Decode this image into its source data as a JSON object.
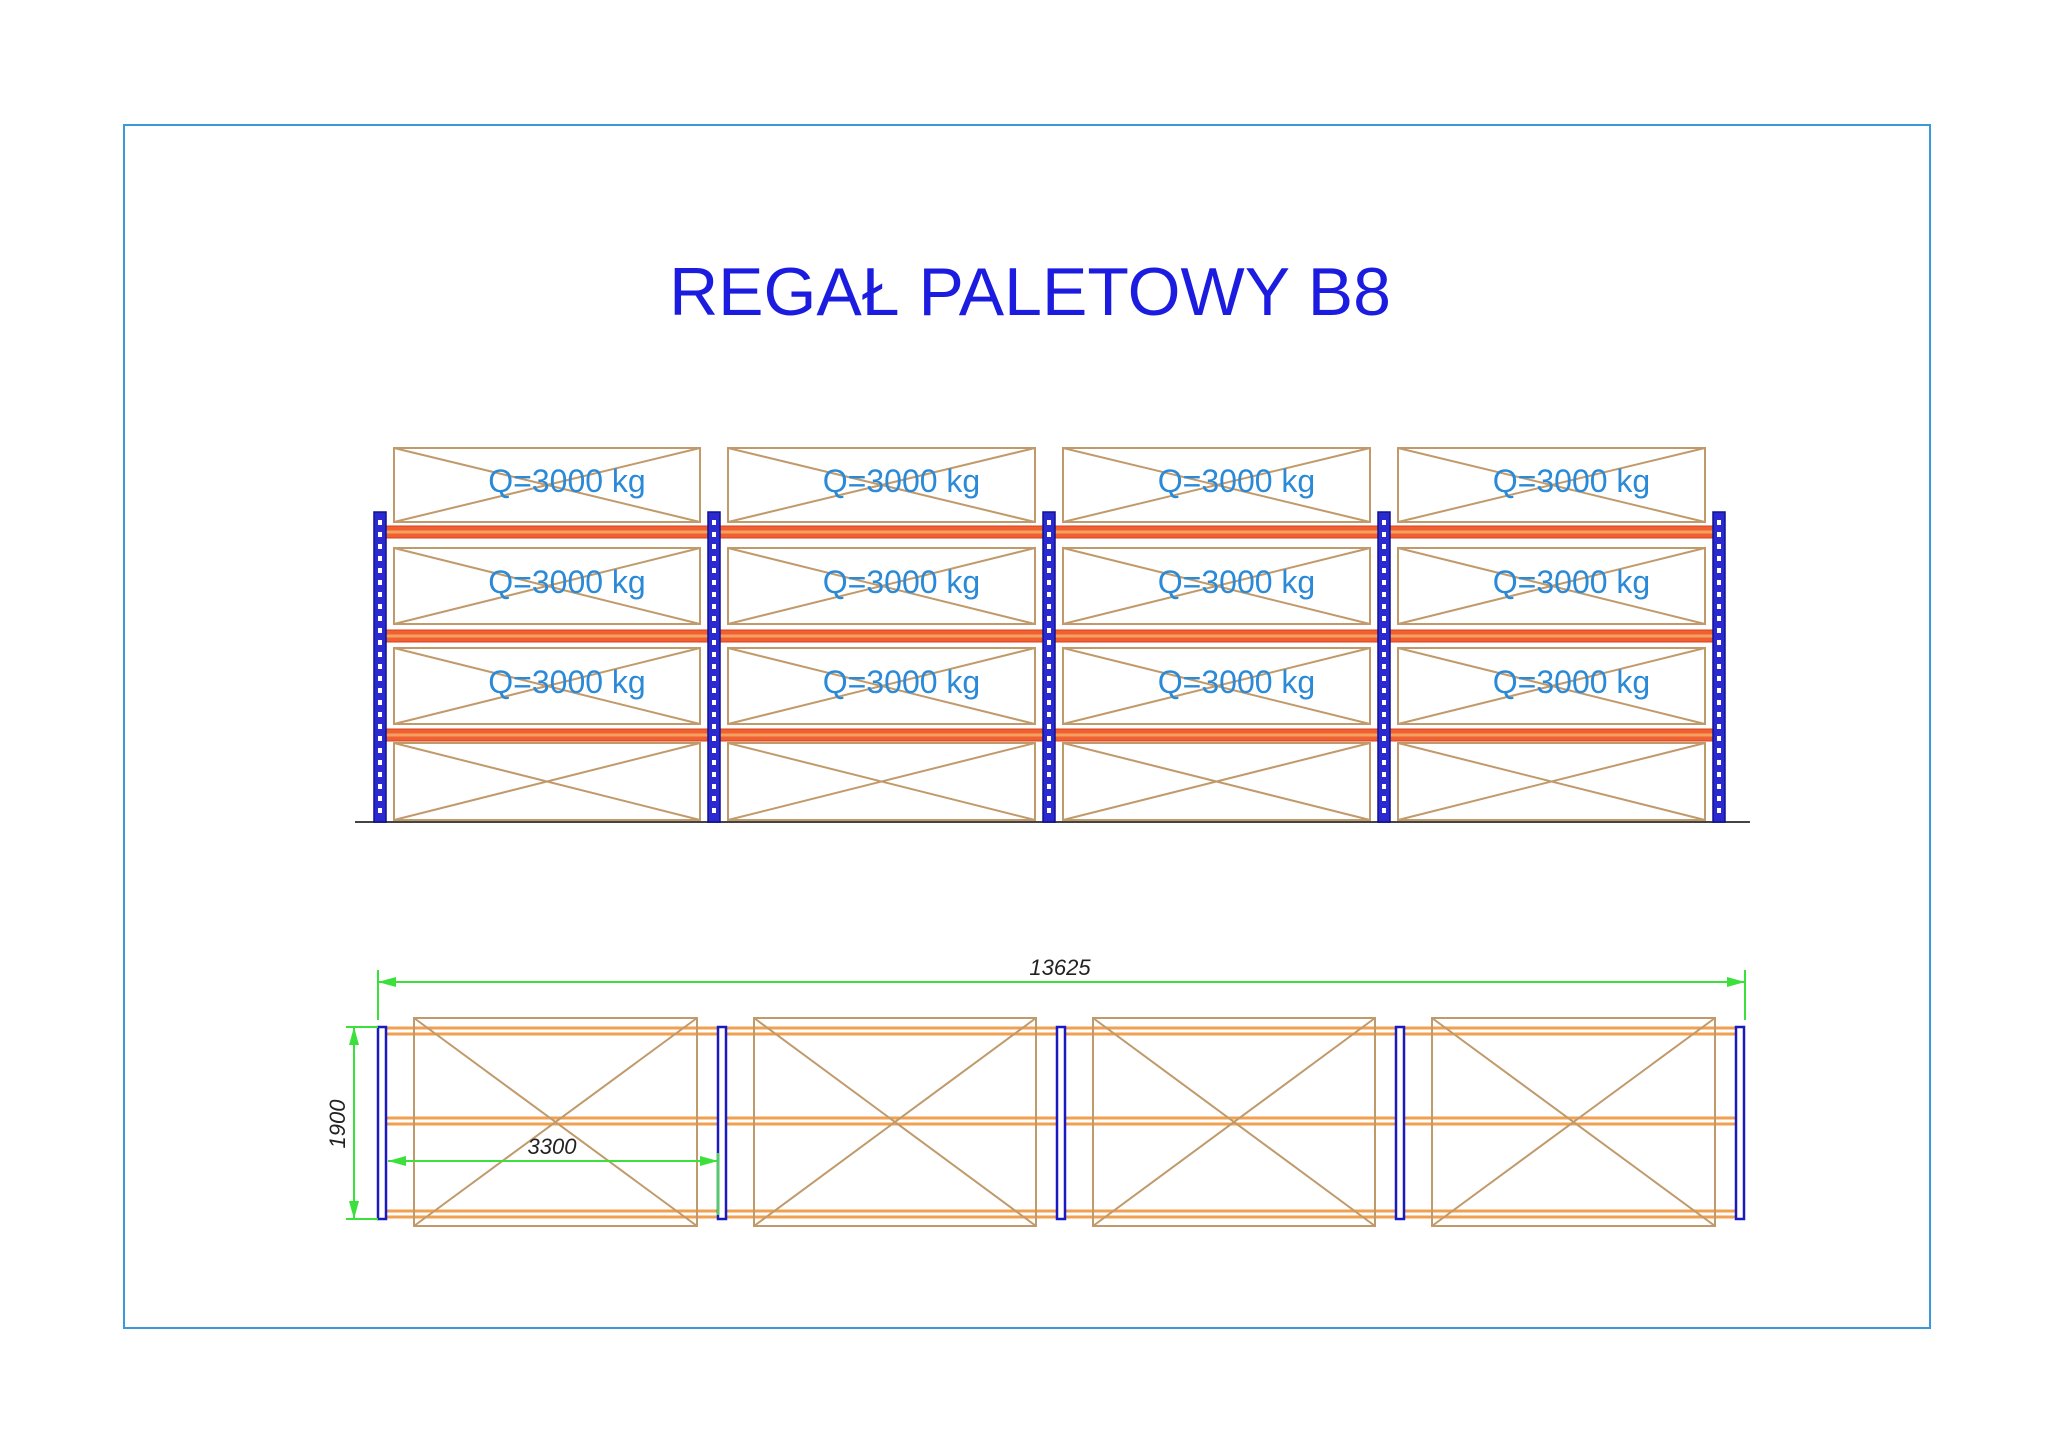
{
  "title": "REGAŁ PALETOWY B8",
  "load_label": "Q=3000 kg",
  "loaded_levels": 3,
  "bays": 4,
  "dimensions": {
    "total_length": "13625",
    "depth": "1900",
    "bay_width": "3300"
  },
  "colors": {
    "frame": "#3a9ad9",
    "title": "#1c1ce0",
    "load_text": "#2a8ad8",
    "upright": "#2a2ad0",
    "beam": "#f06030",
    "pallet": "#c09a6a",
    "dimension": "#3be03b"
  }
}
